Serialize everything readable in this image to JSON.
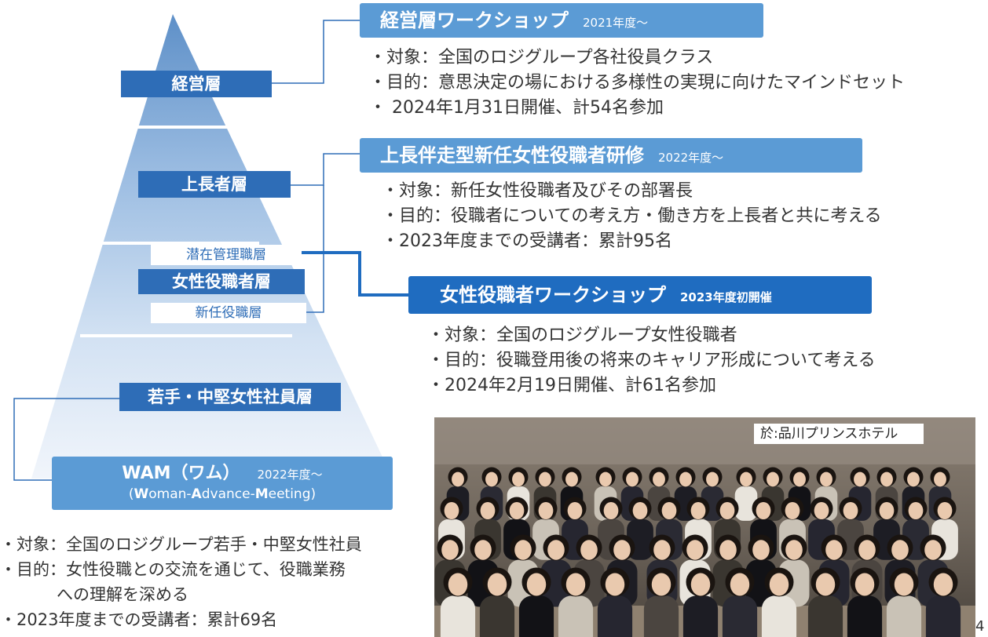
{
  "pyramid": {
    "tiers": {
      "executive": "経営層",
      "senior": "上長者層",
      "female_manager": "女性役職者層",
      "potential_manager": "潜在管理職層",
      "new_manager": "新任役職層",
      "young_mid": "若手・中堅女性社員層"
    }
  },
  "programs": {
    "executive_ws": {
      "title": "経営層ワークショップ",
      "since": "2021年度～",
      "bullets": [
        "・対象：全国のロジグループ各社役員クラス",
        "・目的：意思決定の場における多様性の実現に向けたマインドセット",
        "・ 2024年1月31日開催、計54名参加"
      ]
    },
    "senior_training": {
      "title": "上長伴走型新任女性役職者研修",
      "since": "2022年度～",
      "bullets": [
        "・対象：新任女性役職者及びその部署長",
        "・目的：役職者についての考え方・働き方を上長者と共に考える",
        "・2023年度までの受講者：累計95名"
      ]
    },
    "female_manager_ws": {
      "title": "女性役職者ワークショップ",
      "since": "2023年度初開催",
      "bullets": [
        "・対象：全国のロジグループ女性役職者",
        "・目的：役職登用後の将来のキャリア形成について考える",
        "・2024年2月19日開催、計61名参加"
      ]
    },
    "wam": {
      "title": "WAM（ワム）",
      "since": "2022年度～",
      "subtitle_parts": [
        "(",
        "W",
        "oman-",
        "A",
        "dvance-",
        "M",
        "eeting)"
      ],
      "bullets": [
        "・対象：全国のロジグループ若手・中堅女性社員",
        "・目的：女性役職との交流を通じて、役職業務",
        "への理解を深める",
        "・2023年度までの受講者：累計69名"
      ]
    }
  },
  "photo": {
    "caption": "於:品川プリンスホテル",
    "description_icon": "group-photo"
  },
  "page_number": "4",
  "colors": {
    "tier_label": "#2e6db7",
    "program_title": "#5b9bd5",
    "program_title_dark": "#1f6cc0",
    "connector": "#2e6db7",
    "pyramid_top": "#5e90c8",
    "pyramid_bottom": "#eef3fa"
  }
}
